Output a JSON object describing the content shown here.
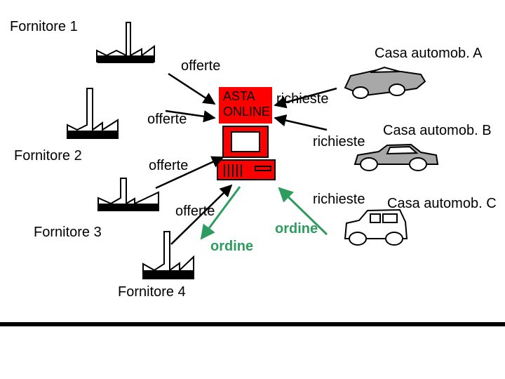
{
  "center": {
    "line1": "ASTA",
    "line2": "ONLINE"
  },
  "suppliers": [
    {
      "label": "Fornitore 1"
    },
    {
      "label": "Fornitore 2"
    },
    {
      "label": "Fornitore 3"
    },
    {
      "label": "Fornitore 4"
    }
  ],
  "buyers": [
    {
      "label": "Casa automob. A"
    },
    {
      "label": "Casa automob. B"
    },
    {
      "label": "Casa automob. C"
    }
  ],
  "flows": {
    "offers": [
      "offerte",
      "offerte",
      "offerte",
      "offerte"
    ],
    "requests": [
      "richieste",
      "richieste",
      "richieste"
    ],
    "orders": [
      "ordine",
      "ordine"
    ]
  },
  "colors": {
    "auction_box": "#ff0000",
    "computer": "#ff0000",
    "order_arrow": "#2e9c5e",
    "arrow": "#000000"
  }
}
